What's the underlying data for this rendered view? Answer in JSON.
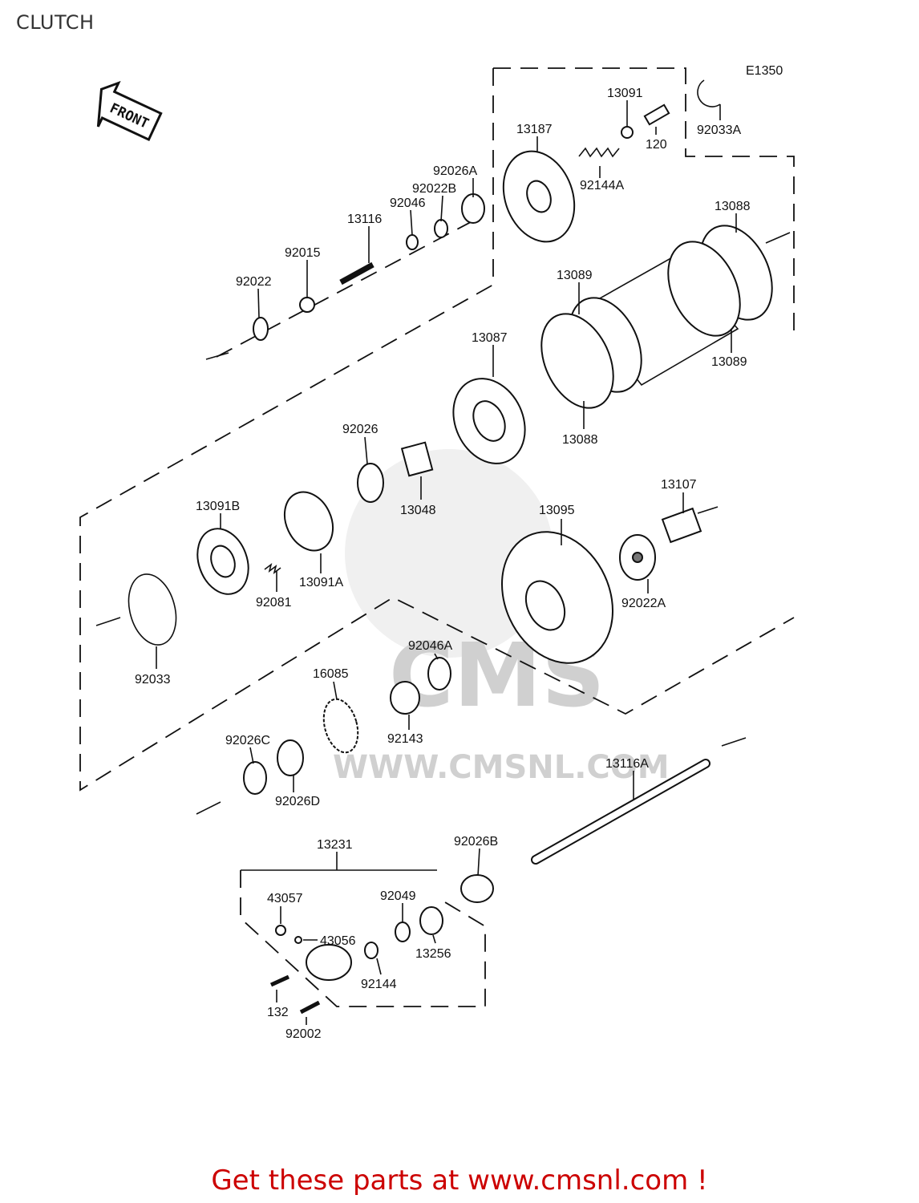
{
  "page": {
    "title": "CLUTCH",
    "diagram_code": "E1350"
  },
  "front_arrow": {
    "label": "FRONT"
  },
  "watermark": {
    "text": "WWW.CMSNL.COM",
    "logo_text": "CMS"
  },
  "parts": [
    {
      "id": "p-13091",
      "label": "13091"
    },
    {
      "id": "p-120",
      "label": "120"
    },
    {
      "id": "p-92033A",
      "label": "92033A"
    },
    {
      "id": "p-13187",
      "label": "13187"
    },
    {
      "id": "p-92144A",
      "label": "92144A"
    },
    {
      "id": "p-92026A",
      "label": "92026A"
    },
    {
      "id": "p-92022B",
      "label": "92022B"
    },
    {
      "id": "p-92046",
      "label": "92046"
    },
    {
      "id": "p-13116",
      "label": "13116"
    },
    {
      "id": "p-92015",
      "label": "92015"
    },
    {
      "id": "p-92022",
      "label": "92022"
    },
    {
      "id": "p-13088-top",
      "label": "13088"
    },
    {
      "id": "p-13089-top",
      "label": "13089"
    },
    {
      "id": "p-13089-bottom",
      "label": "13089"
    },
    {
      "id": "p-13087",
      "label": "13087"
    },
    {
      "id": "p-13088-bottom",
      "label": "13088"
    },
    {
      "id": "p-92026",
      "label": "92026"
    },
    {
      "id": "p-13048",
      "label": "13048"
    },
    {
      "id": "p-13091B",
      "label": "13091B"
    },
    {
      "id": "p-13091A",
      "label": "13091A"
    },
    {
      "id": "p-92081",
      "label": "92081"
    },
    {
      "id": "p-13107",
      "label": "13107"
    },
    {
      "id": "p-13095",
      "label": "13095"
    },
    {
      "id": "p-92022A",
      "label": "92022A"
    },
    {
      "id": "p-92033",
      "label": "92033"
    },
    {
      "id": "p-92046A",
      "label": "92046A"
    },
    {
      "id": "p-16085",
      "label": "16085"
    },
    {
      "id": "p-92143",
      "label": "92143"
    },
    {
      "id": "p-92026C",
      "label": "92026C"
    },
    {
      "id": "p-92026D",
      "label": "92026D"
    },
    {
      "id": "p-13116A",
      "label": "13116A"
    },
    {
      "id": "p-13231",
      "label": "13231"
    },
    {
      "id": "p-92026B",
      "label": "92026B"
    },
    {
      "id": "p-43057",
      "label": "43057"
    },
    {
      "id": "p-92049",
      "label": "92049"
    },
    {
      "id": "p-43056",
      "label": "43056"
    },
    {
      "id": "p-13256",
      "label": "13256"
    },
    {
      "id": "p-92144",
      "label": "92144"
    },
    {
      "id": "p-132",
      "label": "132"
    },
    {
      "id": "p-92002",
      "label": "92002"
    }
  ],
  "footer": {
    "text": "Get these parts at www.cmsnl.com !"
  }
}
